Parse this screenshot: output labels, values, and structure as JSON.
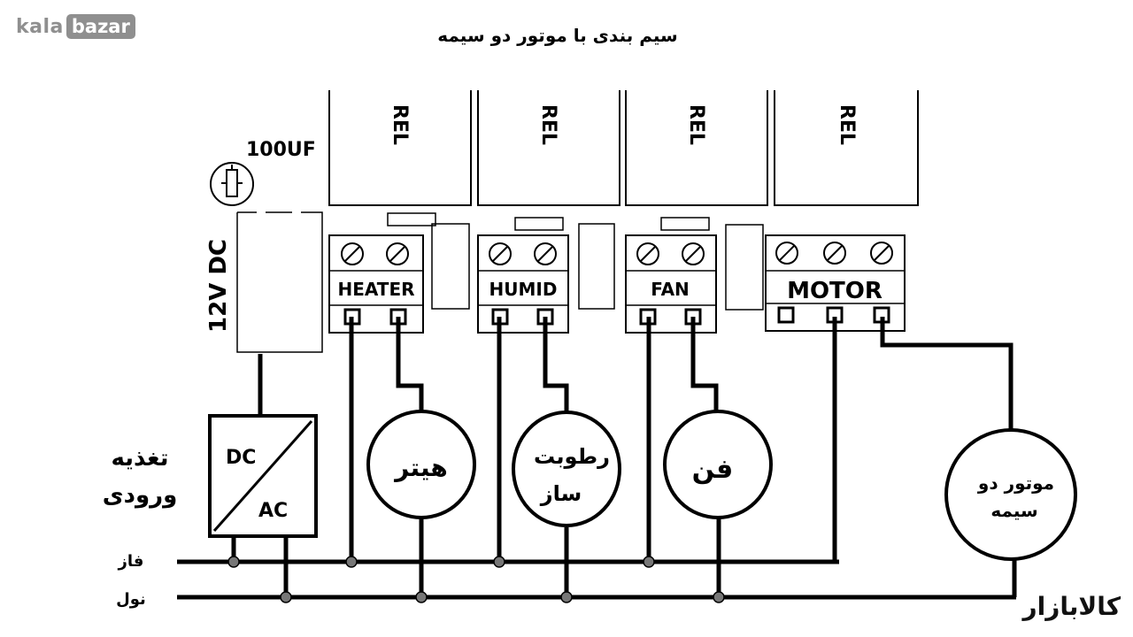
{
  "logo": {
    "kala": "kala",
    "bazar": "bazar",
    "bottom": "کالابازار"
  },
  "title": "سیم بندی با موتور دو سیمه",
  "capacitor_label": "100UF",
  "power_label": "12V DC",
  "converter": {
    "dc": "DC",
    "ac": "AC"
  },
  "input_label": [
    "تغذیه",
    "ورودی"
  ],
  "lines": {
    "phase": "فاز",
    "neutral": "نول"
  },
  "relay_text": "REL",
  "terminals": [
    "HEATER",
    "HUMID",
    "FAN",
    "MOTOR"
  ],
  "loads": {
    "heater": [
      "هیتر"
    ],
    "humidifier": [
      "رطوبت",
      "ساز"
    ],
    "fan": [
      "فن"
    ],
    "motor": [
      "موتور دو",
      "سیمه"
    ]
  },
  "colors": {
    "wire": "#000000",
    "logo_gray": "#8f8f8f",
    "junction": "#777777"
  }
}
